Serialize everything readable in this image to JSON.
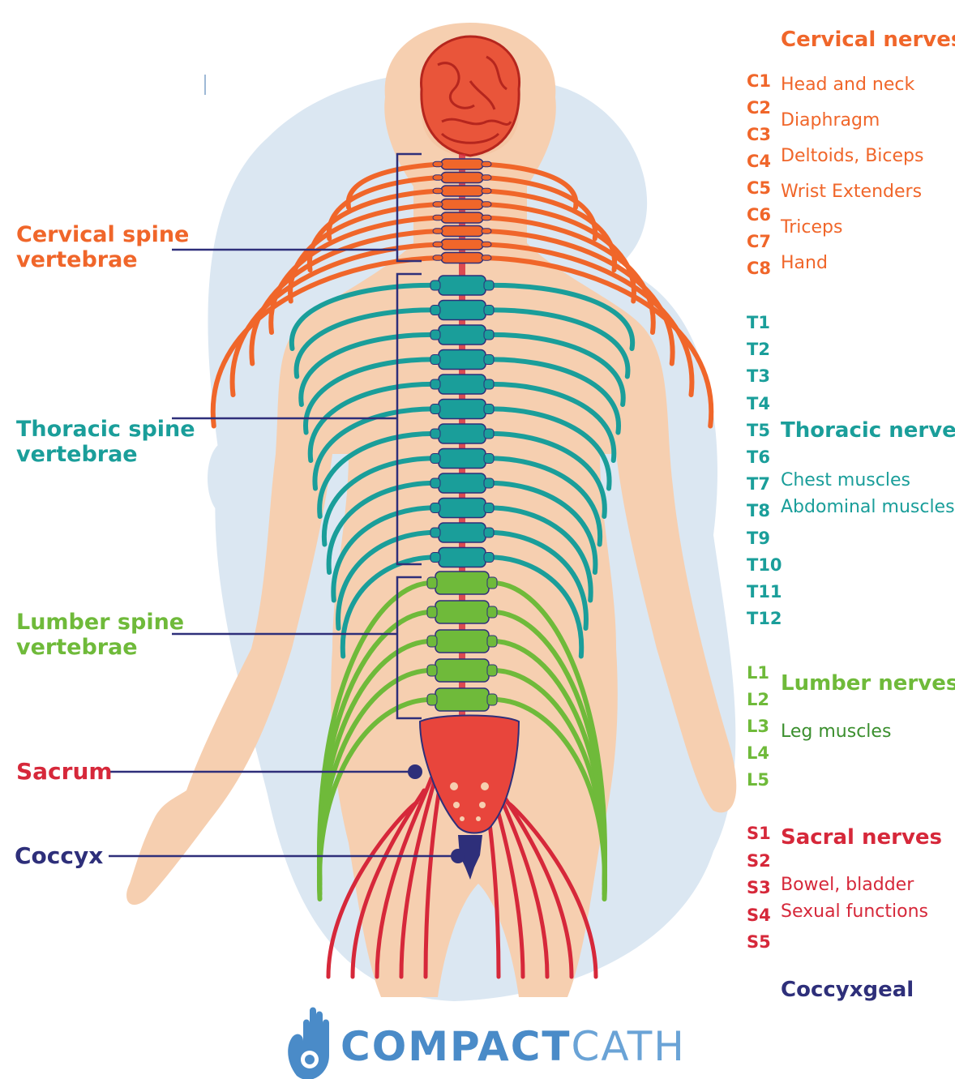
{
  "colors": {
    "cervical": "#f0662a",
    "thoracic": "#1a9e9a",
    "lumbar": "#6fba3a",
    "sacral": "#d6283a",
    "coccyx": "#2e2f7a",
    "skin": "#f6cfb0",
    "background_blob": "#dbe7f2",
    "brand": "#4a8bc8"
  },
  "left_labels": {
    "cervical": [
      "Cervical spine",
      "vertebrae"
    ],
    "thoracic": [
      "Thoracic spine",
      "vertebrae"
    ],
    "lumbar": [
      "Lumber spine",
      "vertebrae"
    ],
    "sacrum": "Sacrum",
    "coccyx": "Coccyx"
  },
  "cervical_nerves": {
    "heading": "Cervical nerves",
    "levels": [
      "C1",
      "C2",
      "C3",
      "C4",
      "C5",
      "C6",
      "C7",
      "C8"
    ],
    "functions": [
      "Head and neck",
      "Diaphragm",
      "Deltoids, Biceps",
      "Wrist Extenders",
      "Triceps",
      "Hand"
    ]
  },
  "thoracic_nerves": {
    "heading": "Thoracic nerves",
    "levels": [
      "T1",
      "T2",
      "T3",
      "T4",
      "T5",
      "T6",
      "T7",
      "T8",
      "T9",
      "T10",
      "T11",
      "T12"
    ],
    "functions": [
      "Chest muscles",
      "Abdominal muscles"
    ]
  },
  "lumbar_nerves": {
    "heading": "Lumber nerves",
    "levels": [
      "L1",
      "L2",
      "L3",
      "L4",
      "L5"
    ],
    "functions": [
      "Leg muscles"
    ]
  },
  "sacral_nerves": {
    "heading": "Sacral nerves",
    "levels": [
      "S1",
      "S2",
      "S3",
      "S4",
      "S5"
    ],
    "functions": [
      "Bowel, bladder",
      "Sexual functions"
    ]
  },
  "coccygeal": {
    "heading": "Coccyxgeal"
  },
  "brand": {
    "name_bold": "COMPACT",
    "name_light": "CATH",
    "icon": "hand-catheter-logo-icon"
  }
}
